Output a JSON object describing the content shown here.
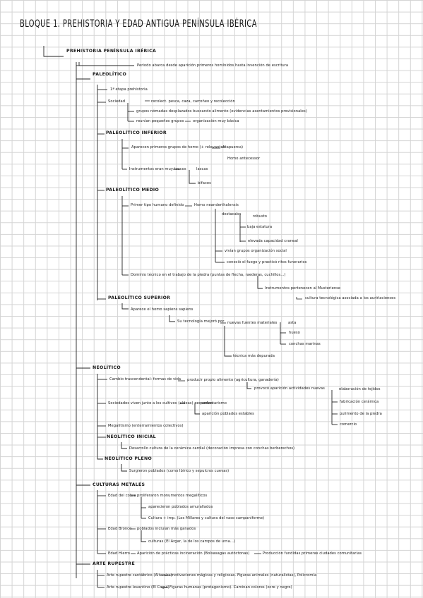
{
  "title": "BLOQUE 1. PREHISTORIA Y EDAD ANTIGUA PENÍNSULA IBÉRICA",
  "n": {
    "prehistoria": "PREHISTORIA PENÍNSULA IBÉRICA",
    "periodo": "Periodo abarca desde aparición primeros homínidos hasta invención de escritura",
    "paleolitico": "PALEOLÍTICO",
    "p1": "1ª etapa prehistoria",
    "sociedad": "Sociedad",
    "soc1": "recolect. pesca, caza, carroñeo y recolección",
    "soc2": "grupos nómadas desplazados buscando alimento (evidencias asentamientos provisionales)",
    "soc3": "reunían pequeños grupos",
    "soc3b": "organización muy básica",
    "inferior": "PALEOLÍTICO INFERIOR",
    "inf1": "Aparecen primeros grupos de homo (+ relevantes",
    "inf1b": "Atapuerca)",
    "inf1c": "Homo antecessor",
    "inf2": "Instrumentos eran muy toscos",
    "inf2a": "lascas",
    "inf2b": "bifaces",
    "medio": "PALEOLÍTICO MEDIO",
    "med1": "Primer tipo humano definido",
    "med1b": "Homo neanderthalensis",
    "med2": "destacaba",
    "med2a": "robusto",
    "med2b": "baja estatura",
    "med2c": "elevada capacidad craneal",
    "med3": "vivían grupos organización social",
    "med4": "conoció el fuego y practicó ritos funerarios",
    "med5": "Dominio técnico en el trabajo de la piedra (puntas de flecha, raederas, cuchillos...)",
    "med6": "Instrumentos pertenecen al Musteriense",
    "superior": "PALEOLÍTICO SUPERIOR",
    "sup_right": "cultura tecnológica asociada a los auriñacienses",
    "sup1": "Aparece el homo sapiens sapiens",
    "sup2": "Su tecnología mejoró por",
    "sup2b": "nuevas fuentes materiales",
    "sup2c": "asta",
    "sup2d": "hueso",
    "sup2e": "conchas marinas",
    "sup3": "técnica más depurada",
    "neolitico": "NEOLÍTICO",
    "neo1": "Cambio trascendental: formas de vida",
    "neo1b": "producir propio alimento (agricultura, ganadería)",
    "neo2": "provocó aparición actividades nuevas",
    "neo2a": "elaboración de tejidos",
    "neo2b": "fabricación cerámica",
    "neo2c": "pulimento de la piedra",
    "neo2d": "comercio",
    "neo3": "Sociedades viven junto a los cultivos (aldeas) pequeñas",
    "neo3a": "sedentarismo",
    "neo3b": "aparición poblados estables",
    "neo4": "Megalitismo (enterramientos colectivos)",
    "inicial": "NEOLÍTICO INICIAL",
    "ini1": "Desarrollo cultura de la cerámica cardial (decoración impresa con conchas berberechos)",
    "pleno": "NEOLÍTICO PLENO",
    "ple1": "Surgieron poblados (como Ibirico y sepulcros cuevas)",
    "metales": "CULTURAS METALES",
    "cob": "Edad del cobre",
    "cob1": "proliferaron monumentos megalíticos",
    "cob2": "aparecieron poblados amurallados",
    "cob3": "Cultura + imp. (Los Millares y cultura del vaso campaniforme)",
    "bron": "Edad Bronce",
    "bron1": "poblados incluían más ganados",
    "bron2": "culturas (El Argar, la de los campos de urna...)",
    "hie": "Edad Hierro",
    "hie1": "Aparición de prácticas incineración (Bolsasagas autóctonas)",
    "hie2": "Producción fundidas primeras ciudades comunitarias",
    "arte": "ARTE RUPESTRE",
    "art1": "Arte rupestre cantábrico (Altamira)",
    "art1b": "motivaciones mágicas y religiosas. Figuras animales (naturalistas), Policromía",
    "art2": "Arte rupestre levantino (El Cogul)",
    "art2b": "Figuras humanas (protagonismo). Caminan colores (ocre y negro)"
  }
}
